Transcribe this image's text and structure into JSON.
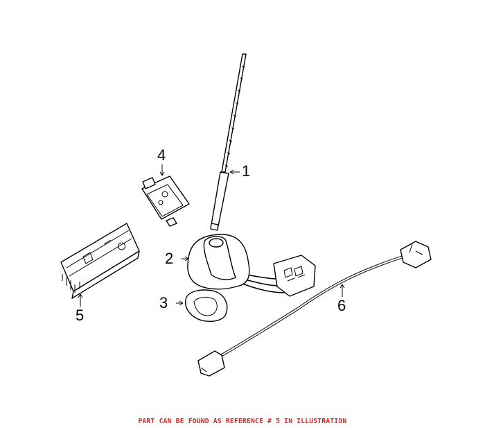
{
  "callouts": [
    "1",
    "2",
    "3",
    "4",
    "5",
    "6"
  ],
  "caption": "PART CAN BE FOUND AS REFERENCE # 5 IN ILLUSTRATION",
  "colors": {
    "caption": "#e0201b",
    "lines": "#000000"
  }
}
